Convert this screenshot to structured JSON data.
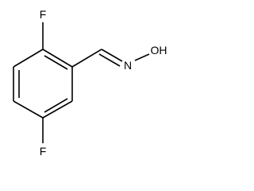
{
  "molecule": {
    "atoms": {
      "f_top": "F",
      "f_bottom": "F",
      "n": "N",
      "oh": "OH"
    },
    "colors": {
      "bond": "#000000",
      "label": "#000000",
      "background": "#ffffff"
    }
  }
}
